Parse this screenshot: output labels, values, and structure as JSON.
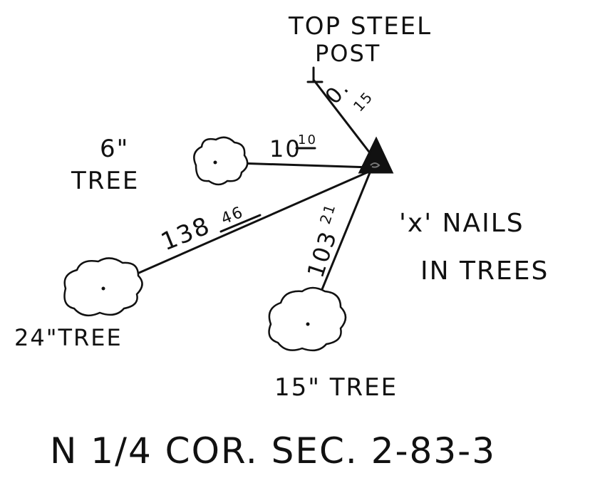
{
  "labels": {
    "top_post": "TOP STEEL",
    "top_post_2": "POST",
    "tree_6_size": "6\"",
    "tree_6": "TREE",
    "tree_24": "24\"TREE",
    "tree_15": "15\" TREE",
    "nails_1": "'x' NAILS",
    "nails_2": "IN TREES",
    "footer": "N 1/4 COR. SEC. 2-83-3"
  },
  "distances": {
    "post": "0.",
    "post_sup": "15",
    "tree_6": "10",
    "tree_6_sup": "10",
    "tree_24": "138",
    "tree_24_sup": "46",
    "tree_15": "103",
    "tree_15_sup": "21"
  }
}
